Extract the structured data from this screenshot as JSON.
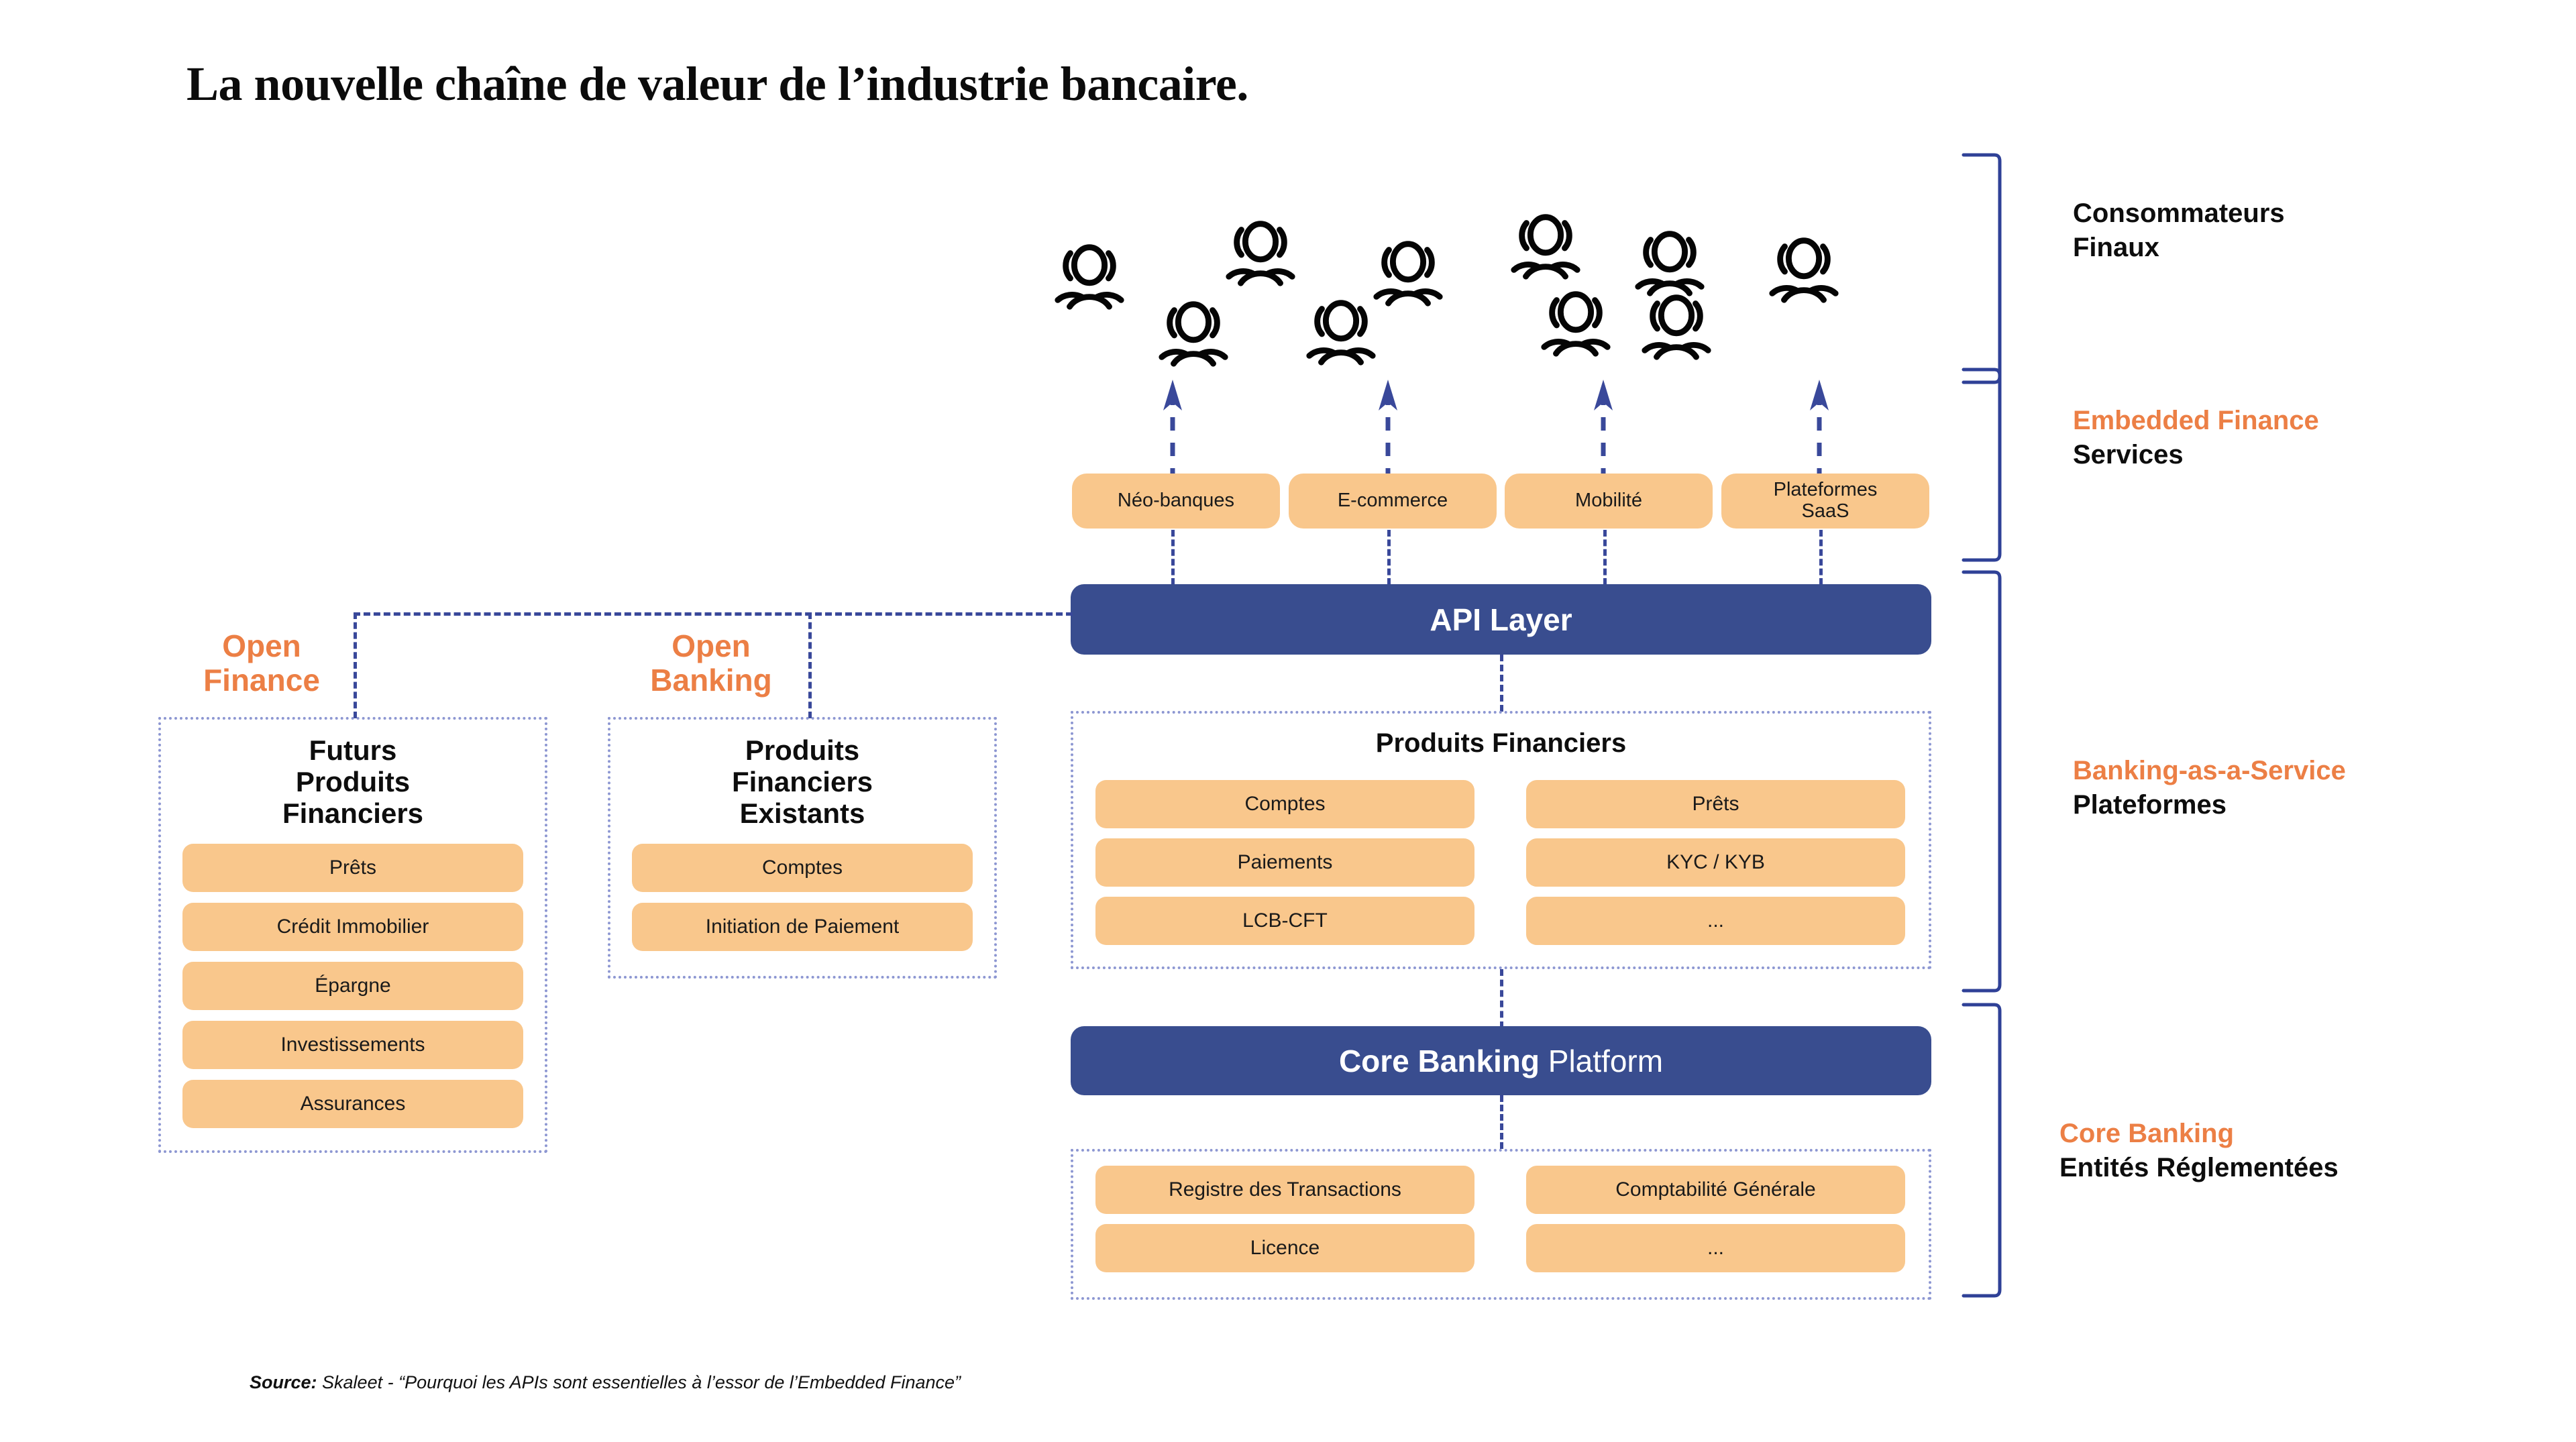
{
  "title": "La nouvelle chaîne de valeur de l’industrie bancaire.",
  "source": {
    "label": "Source:",
    "text": " Skaleet - “Pourquoi les APIs sont essentielles à l’essor de l’Embedded Finance”"
  },
  "colors": {
    "navy": "#394d8f",
    "peach": "#f9c78c",
    "orange": "#ec7f45",
    "dash_blue": "#39489a",
    "panel_border": "#8d97d2"
  },
  "consumers": {
    "icon_name": "users-group-icon",
    "count": 9
  },
  "stage_labels": [
    {
      "accent": "",
      "dark_line1": "Consommateurs",
      "dark_line2": "Finaux"
    },
    {
      "accent": "Embedded Finance",
      "dark_line1": "Services",
      "dark_line2": ""
    },
    {
      "accent": "Banking-as-a-Service",
      "dark_line1": "Plateformes",
      "dark_line2": ""
    },
    {
      "accent": "Core Banking",
      "dark_line1": "Entités Réglementées",
      "dark_line2": ""
    }
  ],
  "embedded_finance": {
    "services": [
      {
        "label": "Néo-banques"
      },
      {
        "label": "E-commerce"
      },
      {
        "label": "Mobilité"
      },
      {
        "label": "Plateformes\nSaaS"
      }
    ]
  },
  "api_layer": {
    "label": "API Layer"
  },
  "core_banking_platform": {
    "bold": "Core Banking",
    "light": " Platform"
  },
  "baas_panel": {
    "title": "Produits Financiers",
    "left_column": [
      {
        "label": "Comptes"
      },
      {
        "label": "Paiements"
      },
      {
        "label": "LCB-CFT"
      }
    ],
    "right_column": [
      {
        "label": "Prêts"
      },
      {
        "label": "KYC / KYB"
      },
      {
        "label": "..."
      }
    ]
  },
  "core_panel": {
    "left_column": [
      {
        "label": "Registre des Transactions"
      },
      {
        "label": "Licence"
      }
    ],
    "right_column": [
      {
        "label": "Comptabilité Générale"
      },
      {
        "label": "..."
      }
    ]
  },
  "open_finance": {
    "badge_line1": "Open",
    "badge_line2": "Finance",
    "title": "Futurs\nProduits\nFinanciers",
    "items": [
      {
        "label": "Prêts"
      },
      {
        "label": "Crédit Immobilier"
      },
      {
        "label": "Épargne"
      },
      {
        "label": "Investissements"
      },
      {
        "label": "Assurances"
      }
    ]
  },
  "open_banking": {
    "badge_line1": "Open",
    "badge_line2": "Banking",
    "title": "Produits\nFinanciers\nExistants",
    "items": [
      {
        "label": "Comptes"
      },
      {
        "label": "Initiation de Paiement"
      }
    ]
  }
}
